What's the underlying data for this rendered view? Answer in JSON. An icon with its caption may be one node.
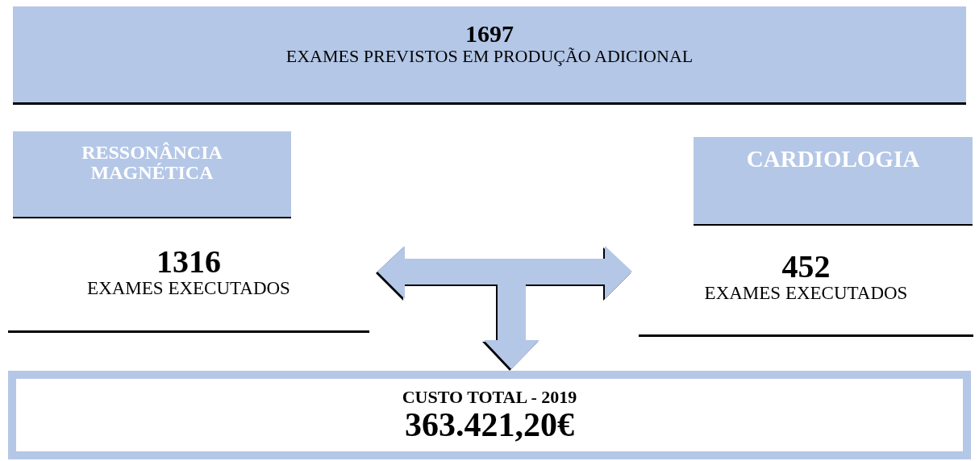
{
  "diagram": {
    "nodes": [
      {
        "text": [
          "1697",
          "EXAMES PREVISTOS EM PRODUÇÃO ADICIONAL"
        ]
      },
      {
        "text": [
          "RESSONÂNCIA MAGNÉTICA"
        ]
      },
      {
        "text": [
          "1316",
          "EXAMES EXECUTADOS"
        ]
      },
      {
        "text": [
          "CARDIOLOGIA"
        ]
      },
      {
        "text": [
          "452",
          "EXAMES EXECUTADOS"
        ]
      },
      {
        "text": [
          "CUSTO TOTAL - 2019",
          "363.421,20€"
        ]
      }
    ],
    "edges": [
      {
        "from": null,
        "to": 2,
        "arrow": "to"
      },
      {
        "from": null,
        "to": 4,
        "arrow": "to"
      },
      {
        "from": null,
        "to": 5,
        "arrow": "to"
      }
    ]
  }
}
